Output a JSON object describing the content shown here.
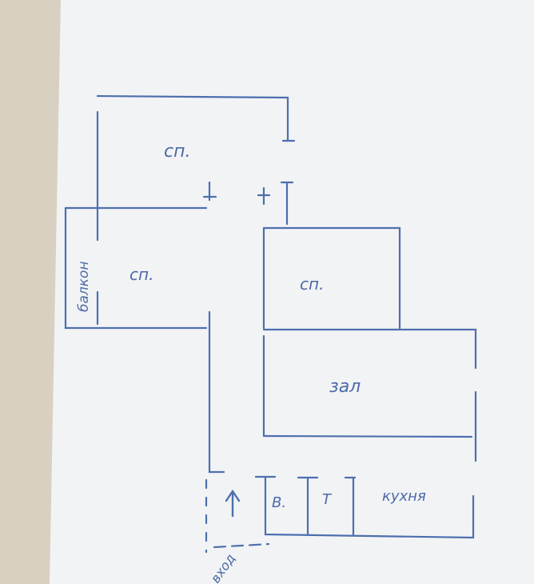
{
  "title": "Hand-drawn apartment floor plan",
  "colors": {
    "ink": "#4d6fae",
    "paper": "#f2f3f5",
    "table": "#d8d1c2"
  },
  "rooms": {
    "bedroom_top": "сп.",
    "bedroom_left": "сп.",
    "bedroom_right": "сп.",
    "balcony": "балкон",
    "living_room": "зал",
    "bathroom": "В.",
    "toilet": "Т",
    "kitchen": "кухня",
    "entrance": "вход"
  },
  "icons": {
    "entrance_arrow": "arrow-up-icon"
  }
}
